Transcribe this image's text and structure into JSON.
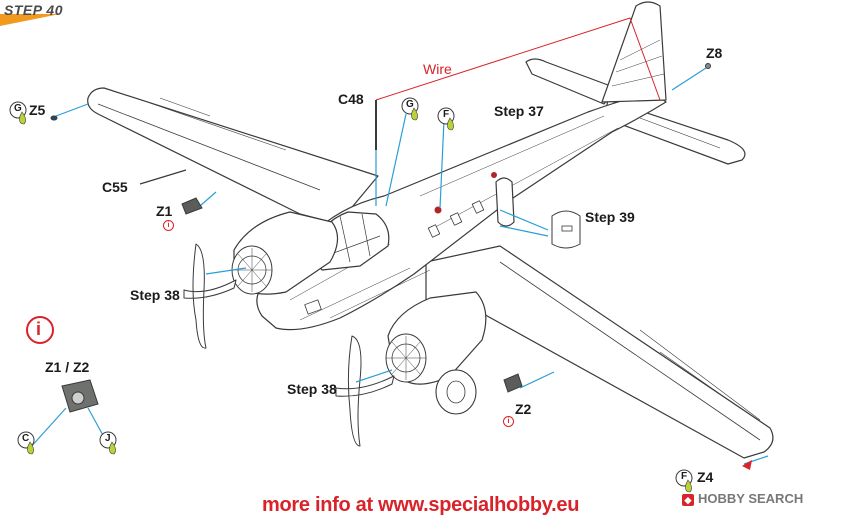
{
  "header": {
    "step_label": "STEP 40"
  },
  "labels": {
    "wire": "Wire",
    "z8": "Z8",
    "c48": "C48",
    "step37": "Step 37",
    "z5": "Z5",
    "c55": "C55",
    "z1": "Z1",
    "step39": "Step 39",
    "step38_left": "Step 38",
    "step38_bottom": "Step 38",
    "z1z2": "Z1 / Z2",
    "z2": "Z2",
    "z4": "Z4"
  },
  "paint_codes": {
    "g1": "G",
    "g2": "G",
    "f1": "F",
    "c": "C",
    "j": "J",
    "f2": "F"
  },
  "info_symbol": "i",
  "footer": {
    "text": "more info at www.specialhobby.eu"
  },
  "watermark": {
    "text": "HOBBY SEARCH"
  },
  "colors": {
    "accent": "#d8232a",
    "leader": "#2a9fd6",
    "badge": "#f29a1f",
    "drop": "#b9d234",
    "line": "#3a3a3a"
  }
}
